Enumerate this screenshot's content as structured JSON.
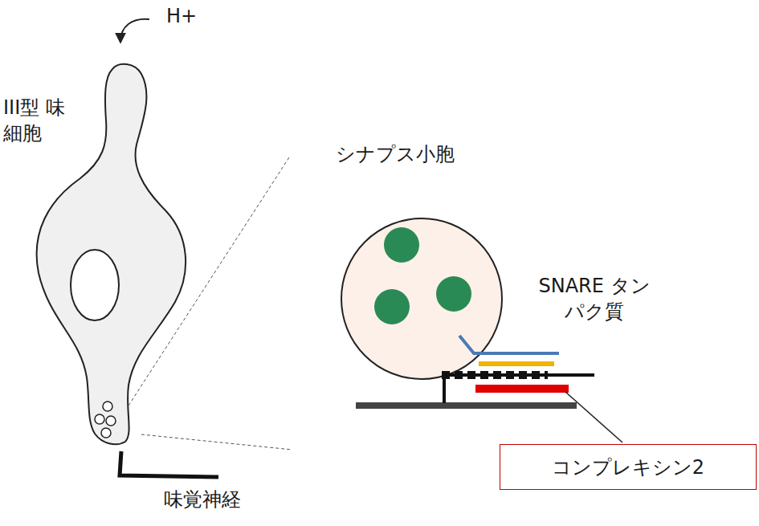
{
  "diagram": {
    "nodes": [
      {
        "text": [
          "コンプレキシン2"
        ]
      }
    ],
    "labels": [
      "H+",
      "III型 味細胞",
      "シナプス小胞",
      "SNARE タンパク質",
      "味覚神経"
    ]
  }
}
